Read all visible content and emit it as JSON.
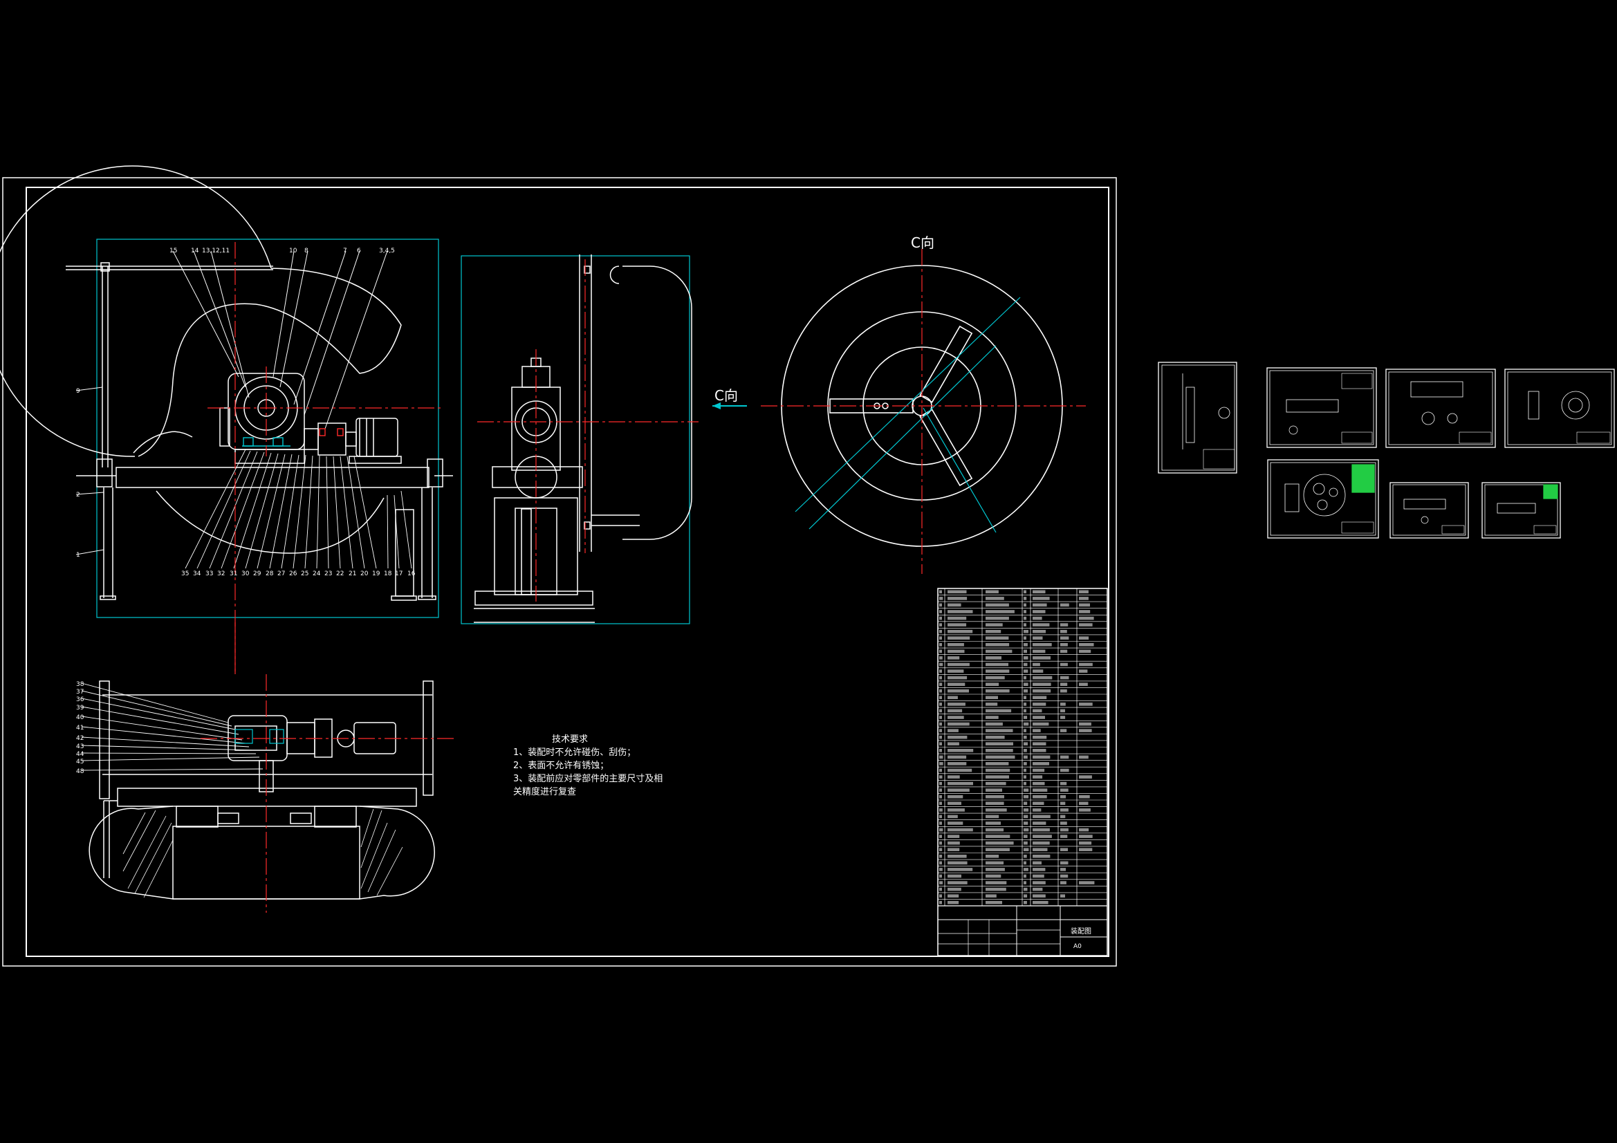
{
  "drawing": {
    "view_label_top": "C向",
    "view_label_side": "C向",
    "tech_requirements": {
      "title": "技术要求",
      "lines": [
        "1、装配时不允许碰伤、刮伤；",
        "2、表面不允许有锈蚀；",
        "3、装配前应对零部件的主要尺寸及相",
        "关精度进行复查"
      ]
    },
    "title_block": {
      "name": "装配图",
      "sheet_size": "A0"
    },
    "balloon_labels_top": [
      "15",
      "14",
      "13,12,11",
      "10",
      "8",
      "7",
      "6",
      "3,4,5"
    ],
    "balloon_labels_left": [
      "9",
      "2",
      "1"
    ],
    "balloon_labels_bottom": [
      "35",
      "34",
      "33",
      "32",
      "31",
      "30",
      "29",
      "28",
      "27",
      "26",
      "25",
      "24",
      "23",
      "22",
      "21",
      "20",
      "19",
      "18",
      "17",
      "16"
    ],
    "balloon_labels_plan": [
      "38",
      "37",
      "36",
      "39",
      "40",
      "41",
      "42",
      "43",
      "44",
      "45",
      "48"
    ]
  },
  "colors": {
    "background": "#000000",
    "line": "#ffffff",
    "center_line": "#ff2a2a",
    "aux_line": "#00c8d2",
    "accent_green": "#22cc44"
  }
}
